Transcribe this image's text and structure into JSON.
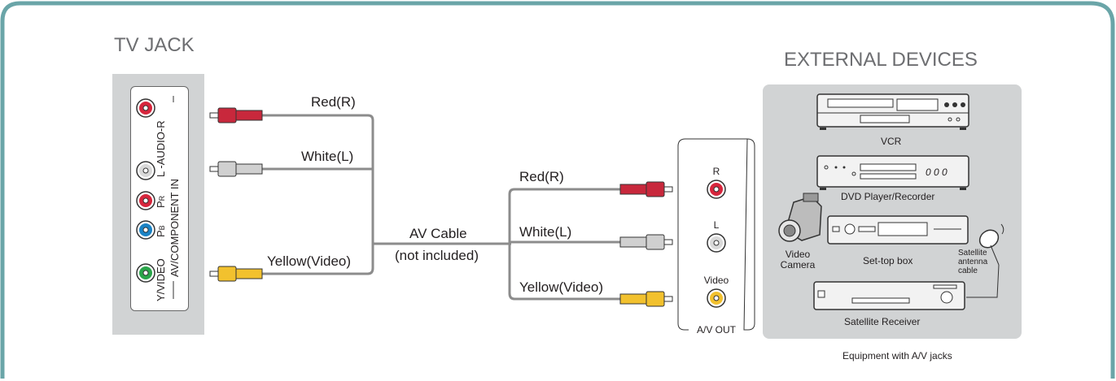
{
  "titles": {
    "tv_jack": "TV JACK",
    "external_devices": "EXTERNAL DEVICES"
  },
  "tv_panel": {
    "group_label": "AV/COMPONENT IN",
    "jacks": [
      {
        "label": "L -AUDIO-R",
        "color": "#d7263d"
      },
      {
        "label": "",
        "color": "#d9d9d9"
      },
      {
        "label": "PR",
        "color": "#d7263d"
      },
      {
        "label": "PB",
        "color": "#1b83c5"
      },
      {
        "label": "Y/VIDEO",
        "color": "#2aa54a"
      }
    ]
  },
  "cable": {
    "name": "AV Cable",
    "note": "(not included)",
    "left_labels": [
      "Red(R)",
      "White(L)",
      "Yellow(Video)"
    ],
    "right_labels": [
      "Red(R)",
      "White(L)",
      "Yellow(Video)"
    ],
    "plug_colors": {
      "red": "#c8283c",
      "white": "#d0d0d0",
      "yellow": "#f2c12e"
    }
  },
  "av_out": {
    "title": "A/V OUT",
    "jacks": [
      {
        "label": "R",
        "color": "#d7263d"
      },
      {
        "label": "L",
        "color": "#d9d9d9"
      },
      {
        "label": "Video",
        "color": "#f2c12e"
      }
    ]
  },
  "devices": {
    "vcr": "VCR",
    "dvd": "DVD Player/Recorder",
    "video_camera": "Video Camera",
    "set_top_box": "Set-top box",
    "satellite_antenna": "Satellite antenna cable",
    "satellite_receiver": "Satellite Receiver",
    "caption": "Equipment with A/V jacks"
  },
  "colors": {
    "frame": "#6aa5a8",
    "panel": "#d1d3d4",
    "cable": "#8c8c8c"
  }
}
